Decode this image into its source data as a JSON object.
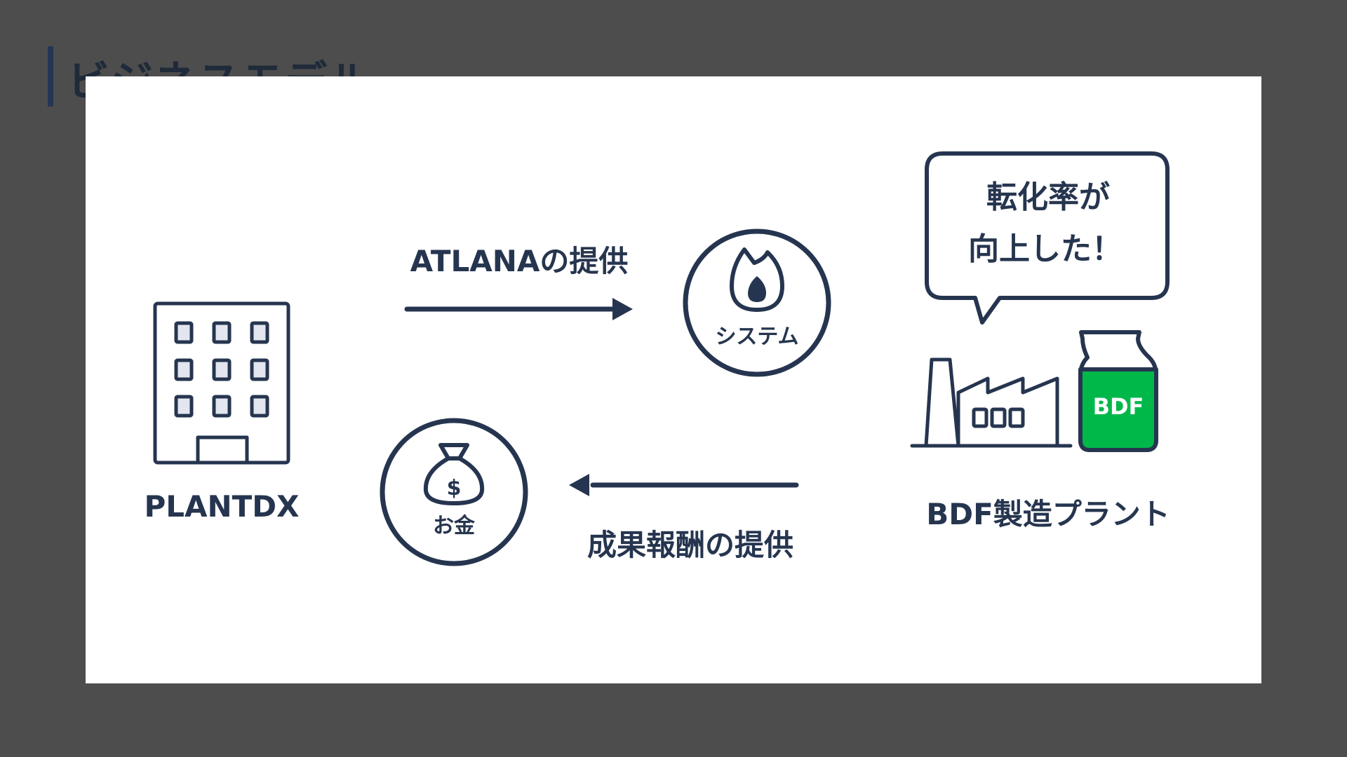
{
  "slide": {
    "title": "ビジネスモデル",
    "colors": {
      "background": "#4d4d4d",
      "card": "#ffffff",
      "ink": "#26354f",
      "bdf_green": "#00b84a"
    }
  },
  "diagram": {
    "company": {
      "label": "PLANTDX",
      "icon": "office-building-icon"
    },
    "provide_system": {
      "label": "ATLANAの提供",
      "direction": "right"
    },
    "system": {
      "label": "システム",
      "icon": "flame-icon"
    },
    "plant": {
      "label": "BDF製造プラント",
      "icons": [
        "factory-icon",
        "bdf-tank-icon"
      ],
      "tank_label": "BDF"
    },
    "speech_bubble": {
      "line1": "転化率が",
      "line2": "向上した！"
    },
    "provide_reward": {
      "label": "成果報酬の提供",
      "direction": "left"
    },
    "money": {
      "label": "お金",
      "icon": "money-bag-icon"
    }
  }
}
